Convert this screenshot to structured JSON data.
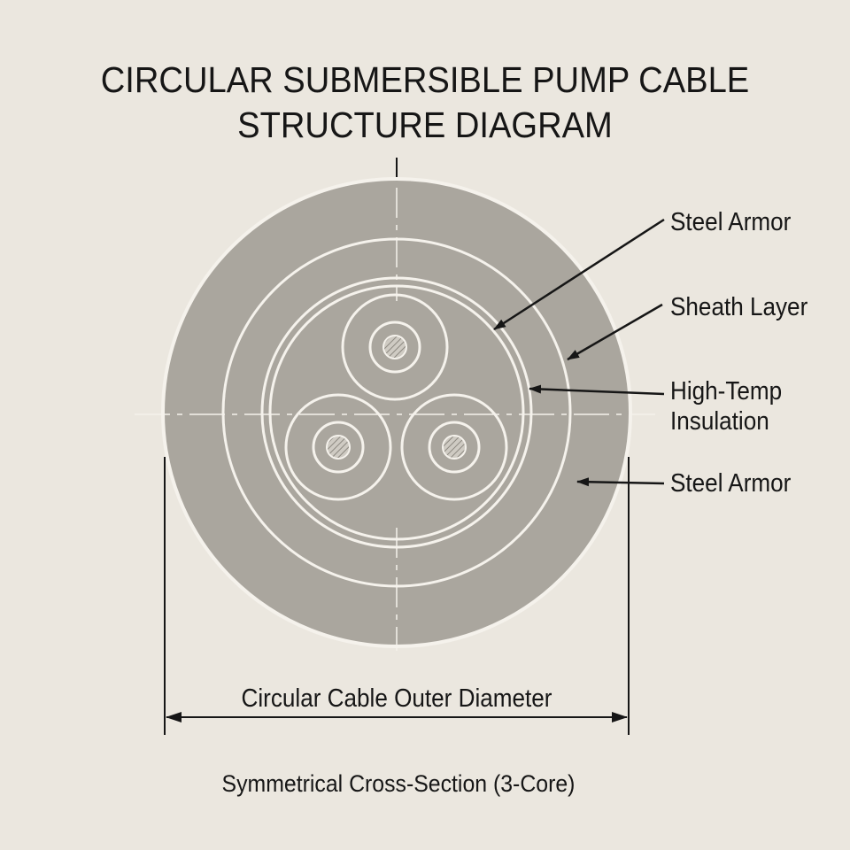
{
  "title": {
    "line1": "CIRCULAR SUBMERSIBLE PUMP CABLE",
    "line2": "STRUCTURE DIAGRAM"
  },
  "callouts": [
    {
      "id": "steel-armor-top",
      "lines": [
        "Steel Armor"
      ]
    },
    {
      "id": "sheath-layer",
      "lines": [
        "Sheath Layer"
      ]
    },
    {
      "id": "high-temp-insulation",
      "lines": [
        "High-Temp",
        "Insulation"
      ]
    },
    {
      "id": "steel-armor-bottom",
      "lines": [
        "Steel Armor"
      ]
    }
  ],
  "dimension": {
    "label": "Circular Cable Outer Diameter"
  },
  "caption": "Symmetrical Cross-Section (3-Core)",
  "colors": {
    "background": "#ebe7df",
    "cable_fill": "#aaa69e",
    "outline": "#f5f2ec",
    "text": "#161616"
  }
}
